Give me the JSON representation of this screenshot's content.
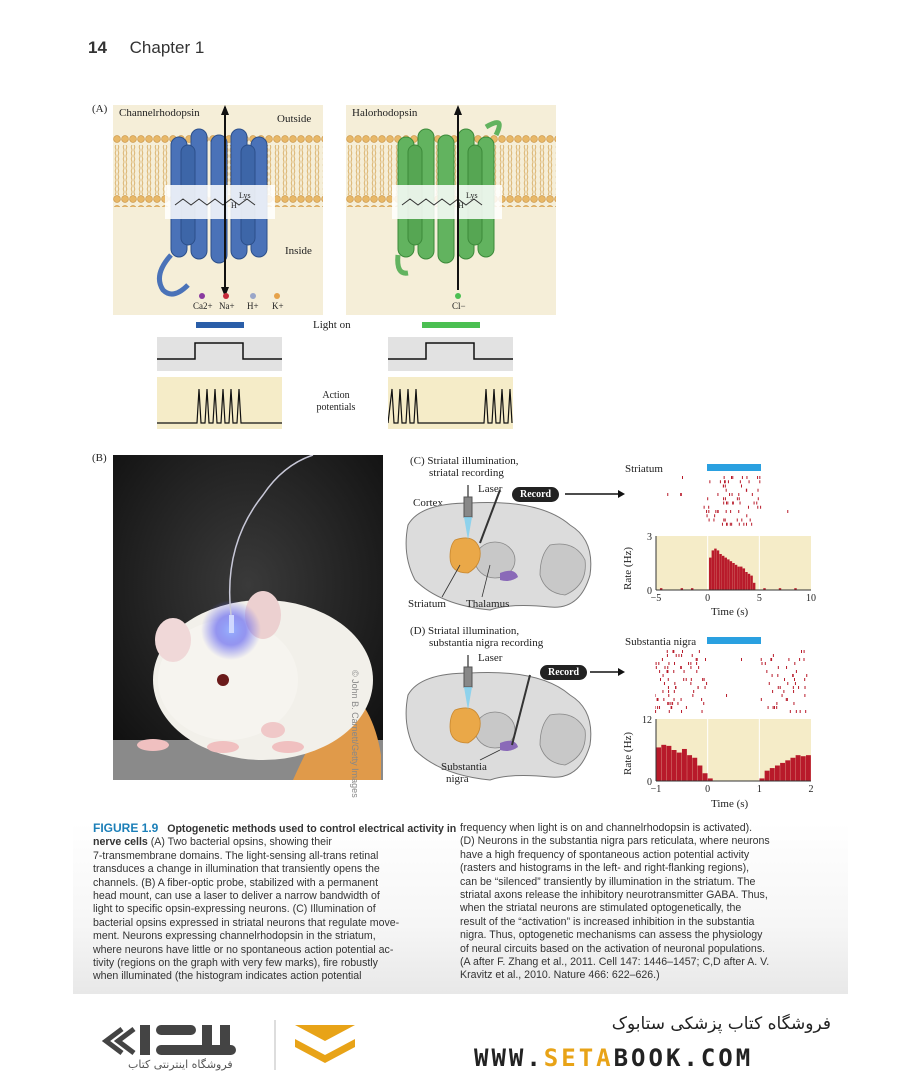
{
  "header": {
    "page_number": "14",
    "chapter": "Chapter 1"
  },
  "panel_a": {
    "letter": "(A)",
    "left_title": "Channelrhodopsin",
    "right_title": "Halorhodopsin",
    "outside": "Outside",
    "inside": "Inside",
    "lys": "Lys",
    "h": "H",
    "ions_left": [
      "Ca2+",
      "Na+",
      "H+",
      "K+"
    ],
    "ion_right": "Cl−",
    "light_on": "Light on",
    "action_potentials": "Action potentials",
    "colors": {
      "channel": "#4a72b8",
      "halo": "#62b35f",
      "bar_left": "#2a5ea8",
      "bar_right": "#4bbf52"
    }
  },
  "panel_b": {
    "letter": "(B)",
    "credit": "© John B. Carnett/Getty Images"
  },
  "panel_c": {
    "title_line1": "(C) Striatal illumination,",
    "title_line2": "striatal recording",
    "laser": "Laser",
    "record": "Record",
    "cortex": "Cortex",
    "striatum": "Striatum",
    "thalamus": "Thalamus",
    "raster_label": "Striatum",
    "ylabel": "Rate (Hz)",
    "xlabel": "Time (s)"
  },
  "panel_d": {
    "title_line1": "(D) Striatal illumination,",
    "title_line2": "substantia nigra recording",
    "laser": "Laser",
    "record": "Record",
    "sn_line1": "Substantia",
    "sn_line2": "nigra",
    "raster_label": "Substantia nigra",
    "ylabel": "Rate (Hz)",
    "xlabel": "Time (s)"
  },
  "chart_data": [
    {
      "type": "bar",
      "title": "Striatum",
      "xlabel": "Time (s)",
      "ylabel": "Rate (Hz)",
      "xlim": [
        -5,
        10
      ],
      "ylim": [
        0,
        3
      ],
      "xticks": [
        "−5",
        "0",
        "5",
        "10"
      ],
      "yticks": [
        "0",
        "3"
      ],
      "light_on": [
        0,
        5
      ],
      "x": [
        -4.5,
        -2.5,
        -1.5,
        0.25,
        0.5,
        0.75,
        1.0,
        1.25,
        1.5,
        1.75,
        2.0,
        2.25,
        2.5,
        2.75,
        3.0,
        3.25,
        3.5,
        3.75,
        4.0,
        4.25,
        4.5,
        5.5,
        7.0,
        8.5
      ],
      "values": [
        0.1,
        0.1,
        0.1,
        1.8,
        2.2,
        2.3,
        2.2,
        2.0,
        1.9,
        1.8,
        1.7,
        1.6,
        1.5,
        1.4,
        1.3,
        1.3,
        1.2,
        1.0,
        0.9,
        0.8,
        0.4,
        0.1,
        0.1,
        0.1
      ],
      "color": "#b81a2a"
    },
    {
      "type": "bar",
      "title": "Substantia nigra",
      "xlabel": "Time (s)",
      "ylabel": "Rate (Hz)",
      "xlim": [
        -1,
        2
      ],
      "ylim": [
        0,
        12
      ],
      "xticks": [
        "−1",
        "0",
        "1",
        "2"
      ],
      "yticks": [
        "0",
        "12"
      ],
      "light_on": [
        0,
        1
      ],
      "x": [
        -0.95,
        -0.85,
        -0.75,
        -0.65,
        -0.55,
        -0.45,
        -0.35,
        -0.25,
        -0.15,
        -0.05,
        0.05,
        1.05,
        1.15,
        1.25,
        1.35,
        1.45,
        1.55,
        1.65,
        1.75,
        1.85,
        1.95
      ],
      "values": [
        6.5,
        7.0,
        6.8,
        6.0,
        5.5,
        6.2,
        5.0,
        4.5,
        3.0,
        1.5,
        0.5,
        0.5,
        2.0,
        2.5,
        3.0,
        3.5,
        4.0,
        4.5,
        5.0,
        4.8,
        5.0
      ],
      "color": "#b81a2a"
    }
  ],
  "caption": {
    "fig_num": "FIGURE 1.9",
    "fig_title": "Optogenetic methods used to control electrical activity in nerve cells",
    "left_lines": [
      "(A) Two bacterial opsins, showing their",
      "7-transmembrane domains. The light-sensing all-trans retinal",
      "transduces a change in illumination that transiently opens the",
      "channels. (B) A fiber-optic probe, stabilized with a permanent",
      "head mount, can use a laser to deliver a narrow bandwidth of",
      "light to specific opsin-expressing neurons. (C) Illumination of",
      "bacterial opsins expressed in striatal neurons that regulate move-",
      "ment. Neurons expressing channelrhodopsin in the striatum,",
      "where neurons have little or no spontaneous action potential ac-",
      "tivity (regions on the graph with very few marks), fire robustly",
      "when illuminated (the histogram indicates action potential"
    ],
    "right_lines": [
      "frequency when light is on and channelrhodopsin is activated).",
      "(D) Neurons in the substantia nigra pars reticulata, where neurons",
      "have a high frequency of spontaneous action potential activity",
      "(rasters and histograms in the left- and right-flanking regions),",
      "can be “silenced” transiently by illumination in the striatum. The",
      "striatal axons release the inhibitory neurotransmitter GABA. Thus,",
      "when the striatal neurons are stimulated optogenetically, the",
      "result of the “activation” is increased inhibition in the substantia",
      "nigra. Thus, optogenetic mechanisms can assess the physiology",
      "of neural circuits based on the activation of neuronal populations.",
      "(A after F. Zhang et al., 2011. Cell 147: 1446–1457; C,D after A. V.",
      "Kravitz et al., 2010. Nature 466: 622–626.)"
    ]
  },
  "footer": {
    "store_name_fa": "فروشگاه کتاب پزشکی ستابوک",
    "url_pre": "WWW.",
    "url_hl": "SETA",
    "url_post": "BOOK.COM",
    "logo_sub_fa": "فروشگاه اینترنتی کتاب"
  }
}
